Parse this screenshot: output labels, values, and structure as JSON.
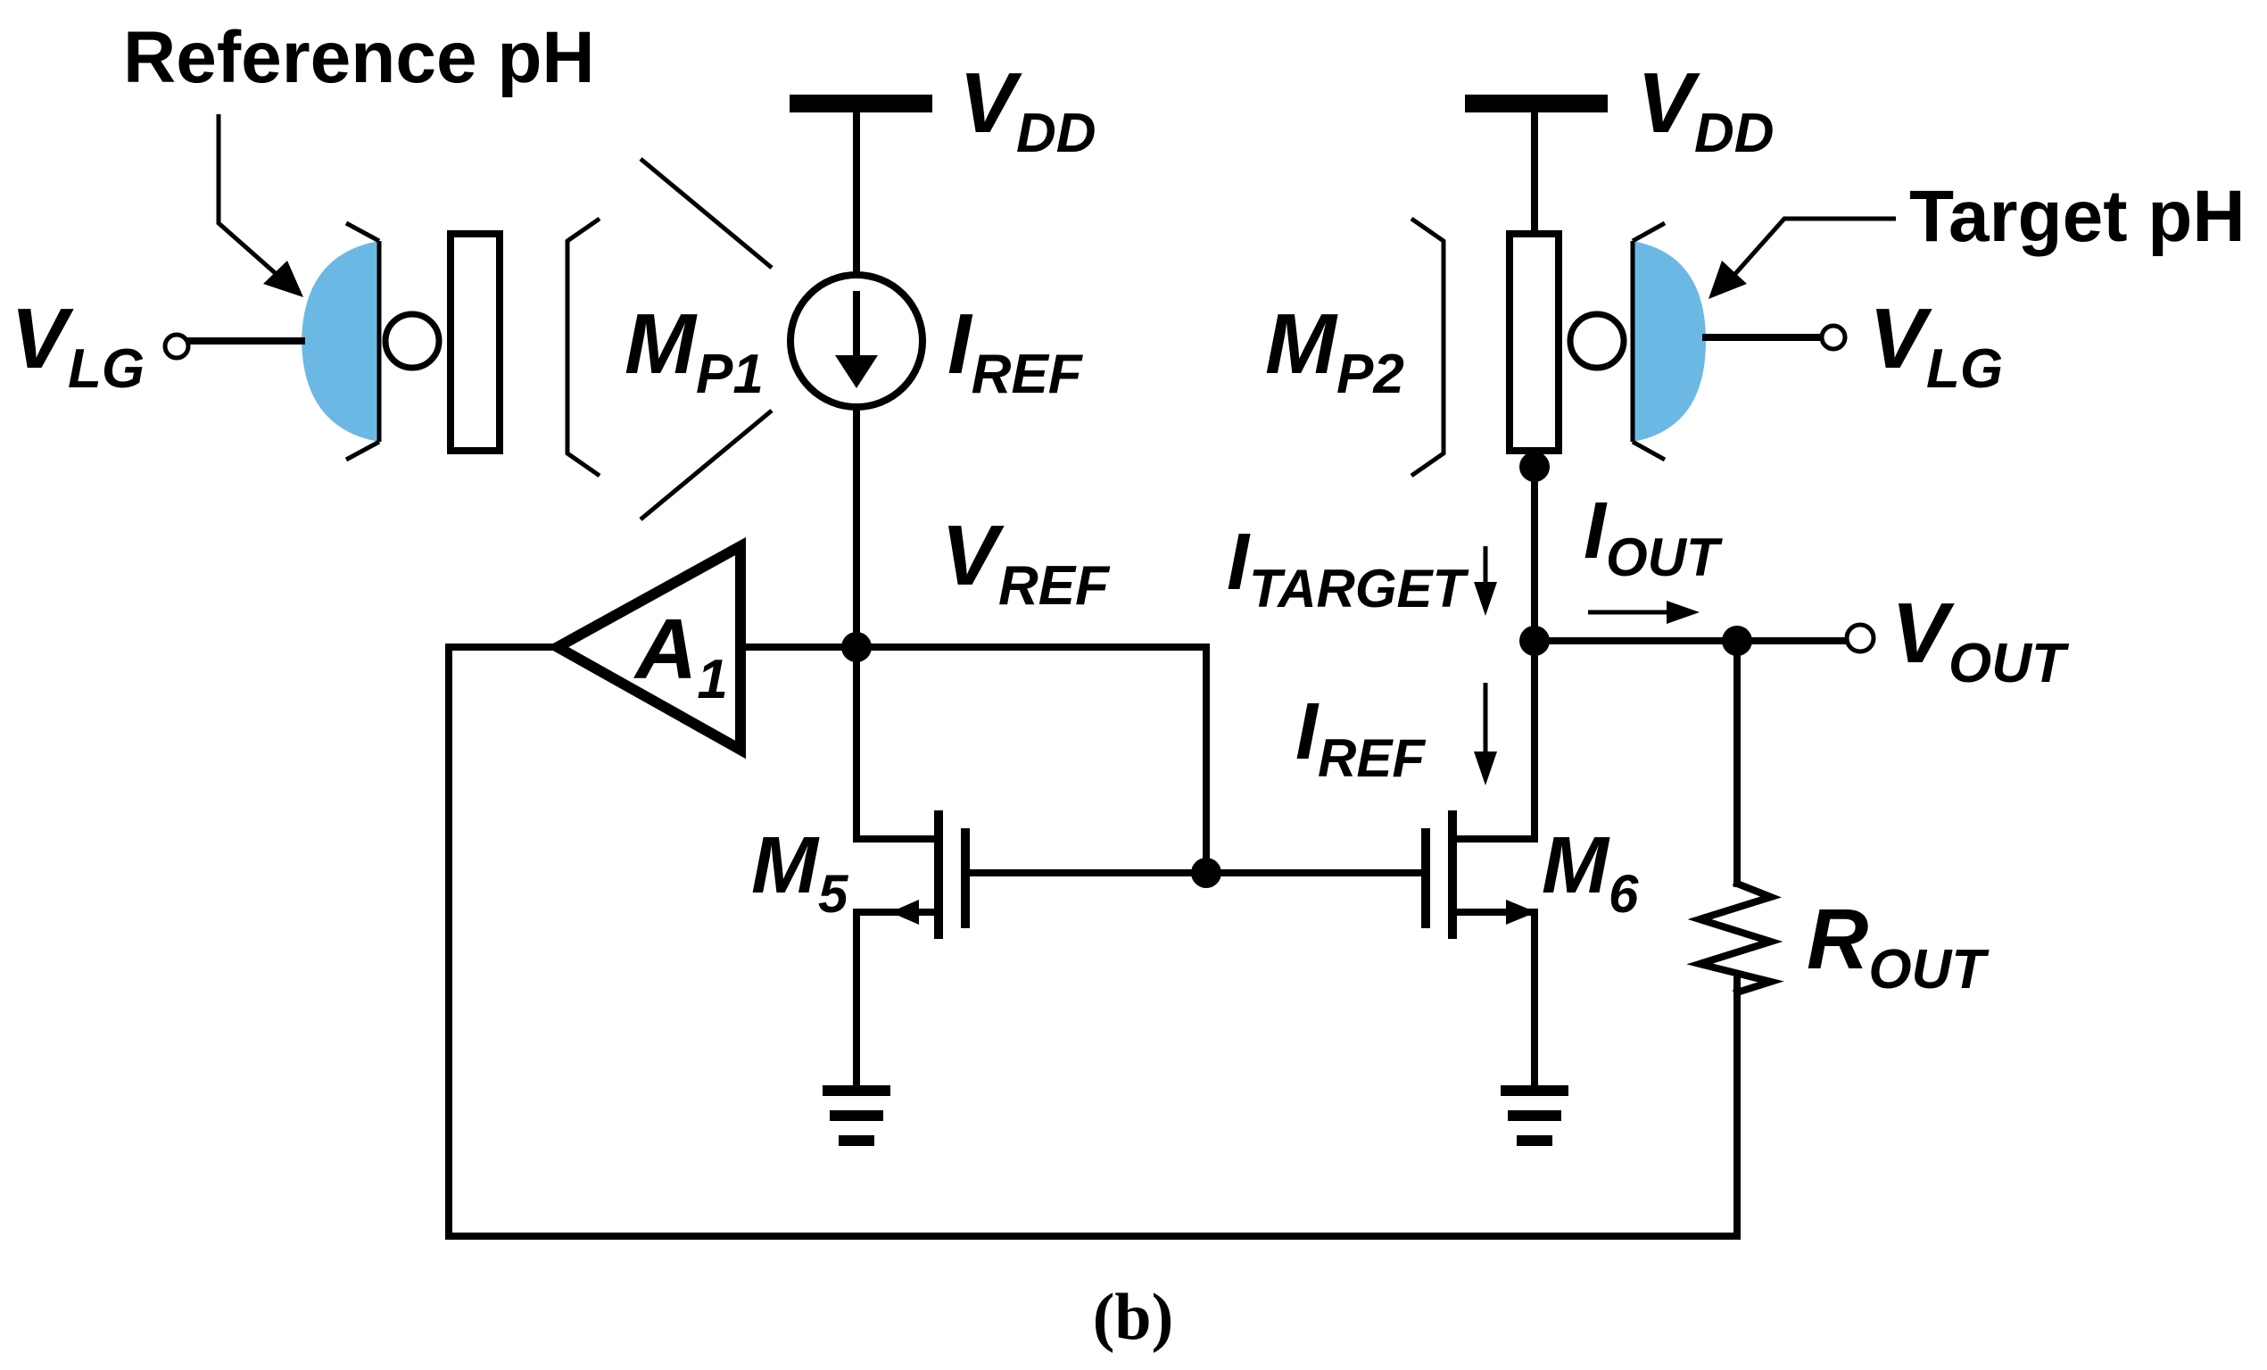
{
  "callouts": {
    "reference": "Reference pH",
    "target": "Target pH"
  },
  "labels": {
    "vlg_left": "V",
    "vlg_left_sub": "LG",
    "vlg_right": "V",
    "vlg_right_sub": "LG",
    "vdd_left": "V",
    "vdd_left_sub": "DD",
    "vdd_right": "V",
    "vdd_right_sub": "DD",
    "mp1": "M",
    "mp1_sub": "P1",
    "mp2": "M",
    "mp2_sub": "P2",
    "iref_top": "I",
    "iref_top_sub": "REF",
    "vref": "V",
    "vref_sub": "REF",
    "itarget": "I",
    "itarget_sub": "TARGET",
    "iout": "I",
    "iout_sub": "OUT",
    "vout": "V",
    "vout_sub": "OUT",
    "iref_bottom": "I",
    "iref_bottom_sub": "REF",
    "a1": "A",
    "a1_sub": "1",
    "m5": "M",
    "m5_sub": "5",
    "m6": "M",
    "m6_sub": "6",
    "rout": "R",
    "rout_sub": "OUT"
  },
  "caption": "(b)",
  "colors": {
    "sensing_membrane": "#6cb8e4",
    "wire": "#000000"
  }
}
